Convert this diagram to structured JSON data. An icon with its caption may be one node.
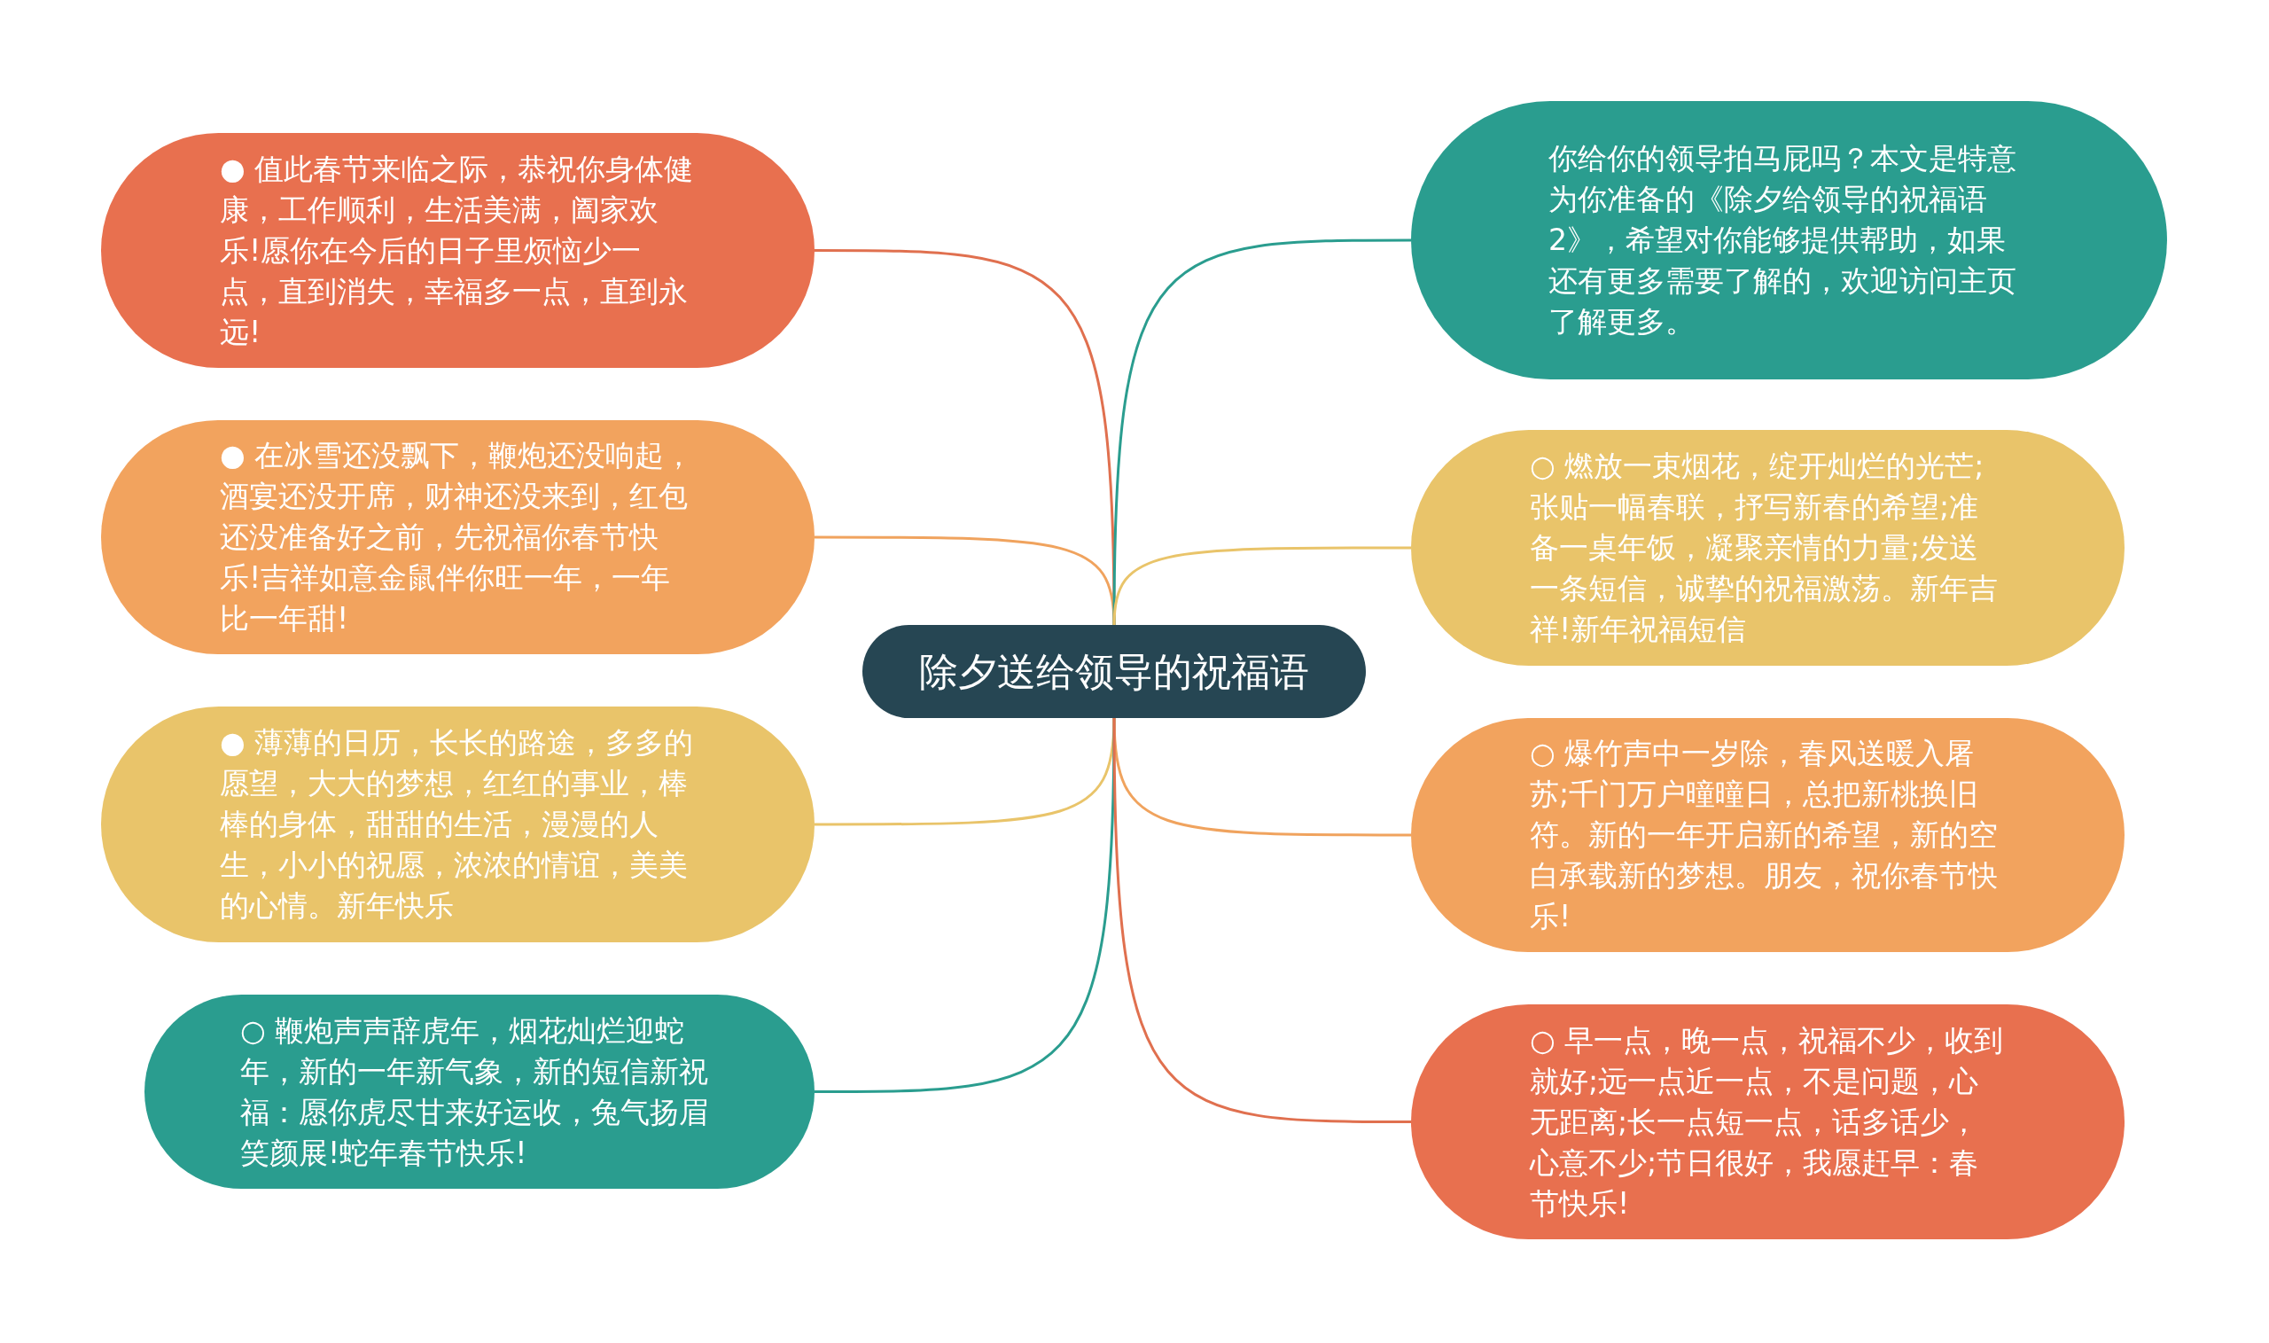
{
  "diagram": {
    "nodes": [
      {
        "text": [
          "除夕送给领导的祝福语"
        ]
      },
      {
        "text": [
          "● 值此春节来临之际，恭祝你身体健康，工作顺利，生活美满，阖家欢乐!愿你在今后的日子里烦恼少一点，直到消失，幸福多一点，直到永远!"
        ]
      },
      {
        "text": [
          "● 在冰雪还没飘下，鞭炮还没响起，酒宴还没开席，财神还没来到，红包还没准备好之前，先祝福你春节快乐!吉祥如意金鼠伴你旺一年，一年比一年甜!"
        ]
      },
      {
        "text": [
          "● 薄薄的日历，长长的路途，多多的愿望，大大的梦想，红红的事业，棒棒的身体，甜甜的生活，漫漫的人生，小小的祝愿，浓浓的情谊，美美的心情。新年快乐"
        ]
      },
      {
        "text": [
          "○ 鞭炮声声辞虎年，烟花灿烂迎蛇年，新的一年新气象，新的短信新祝福：愿你虎尽甘来好运收，兔气扬眉笑颜展!蛇年春节快乐!"
        ]
      },
      {
        "text": [
          "你给你的领导拍马屁吗？本文是特意为你准备的《除夕给领导的祝福语2》，希望对你能够提供帮助，如果还有更多需要了解的，欢迎访问主页了解更多。"
        ]
      },
      {
        "text": [
          "○ 燃放一束烟花，绽开灿烂的光芒;张贴一幅春联，抒写新春的希望;准备一桌年饭，凝聚亲情的力量;发送一条短信，诚挚的祝福激荡。新年吉祥!新年祝福短信"
        ]
      },
      {
        "text": [
          "○ 爆竹声中一岁除，春风送暖入屠苏;千门万户曈曈日，总把新桃换旧符。新的一年开启新的希望，新的空白承载新的梦想。朋友，祝你春节快乐!"
        ]
      },
      {
        "text": [
          "○ 早一点，晚一点，祝福不少，收到就好;远一点近一点，不是问题，心无距离;长一点短一点，话多话少，心意不少;节日很好，我愿赶早：春节快乐!"
        ]
      }
    ],
    "edges": [
      {
        "from": 0,
        "to": 1,
        "arrow": "none",
        "color": "#e0704f"
      },
      {
        "from": 0,
        "to": 2,
        "arrow": "none",
        "color": "#f0a35e"
      },
      {
        "from": 0,
        "to": 3,
        "arrow": "none",
        "color": "#e9c46a"
      },
      {
        "from": 0,
        "to": 4,
        "arrow": "none",
        "color": "#2a9d8f"
      },
      {
        "from": 0,
        "to": 5,
        "arrow": "none",
        "color": "#2a9d8f"
      },
      {
        "from": 0,
        "to": 6,
        "arrow": "none",
        "color": "#e9c46a"
      },
      {
        "from": 0,
        "to": 7,
        "arrow": "none",
        "color": "#f0a35e"
      },
      {
        "from": 0,
        "to": 8,
        "arrow": "none",
        "color": "#e0704f"
      }
    ]
  }
}
